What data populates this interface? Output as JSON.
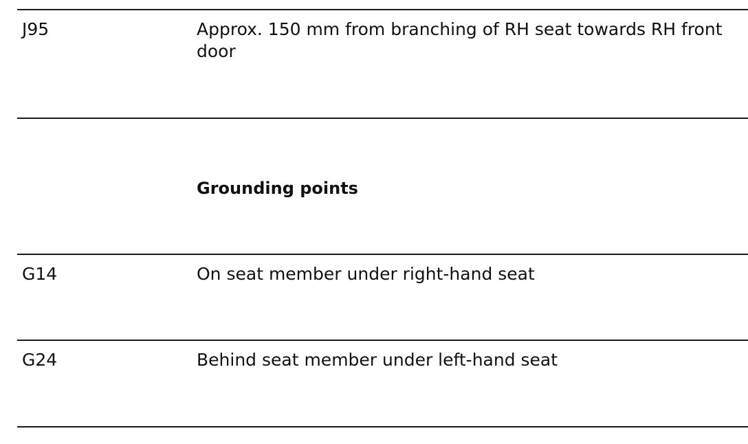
{
  "rows": [
    {
      "code": "J95",
      "description": "Approx. 150 mm from branching of RH seat towards RH front door"
    },
    {
      "code": "G14",
      "description": "On seat member under right-hand seat"
    },
    {
      "code": "G24",
      "description": "Behind seat member under left-hand seat"
    }
  ],
  "section_heading": "Grounding points"
}
